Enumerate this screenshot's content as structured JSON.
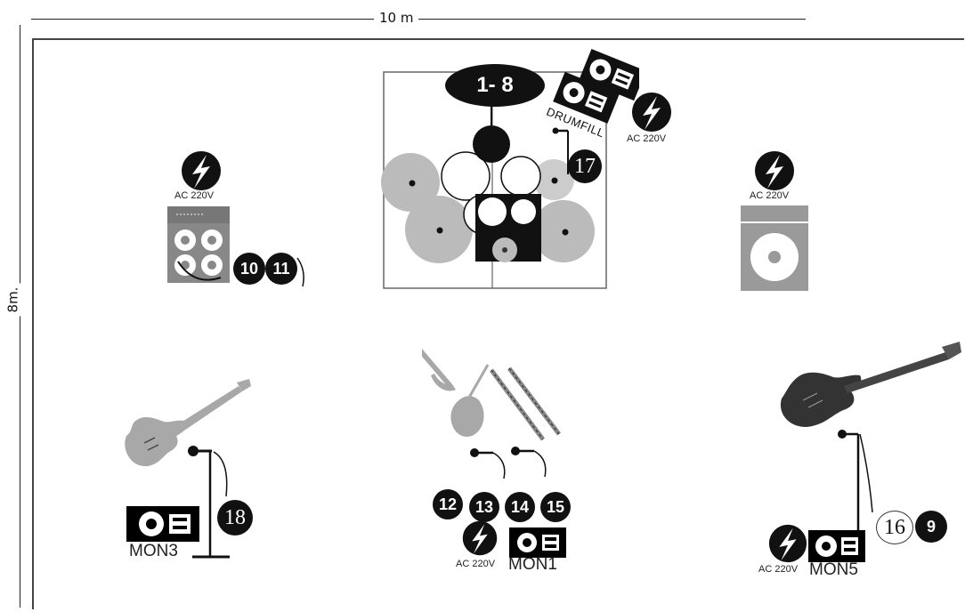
{
  "dimensions": {
    "width_label": "10 m",
    "height_label": "8m."
  },
  "drums": {
    "channels_label": "1- 8",
    "drumfill_label": "DRUMFILL",
    "ac_label": "AC 220V",
    "mic_number": "17"
  },
  "guitar_amp": {
    "ac_label": "AC 220V",
    "mic_numbers": [
      "10",
      "11"
    ]
  },
  "bass_amp": {
    "ac_label": "AC 220V"
  },
  "guitar_position": {
    "mic_number": "18",
    "monitor_label": "MON3"
  },
  "wind_position": {
    "mic_numbers": [
      "12",
      "13",
      "14",
      "15"
    ],
    "ac_label": "AC 220V",
    "monitor_label": "MON1"
  },
  "bass_position": {
    "mic_numbers": [
      "16",
      "9"
    ],
    "ac_label": "AC 220V",
    "monitor_label": "MON5"
  },
  "icons": [
    "power-icon",
    "speaker-cabinet-icon",
    "monitor-wedge-icon",
    "microphone-stand-icon",
    "drum-kit-icon",
    "electric-guitar-icon",
    "bass-guitar-icon",
    "bagpipe-icon",
    "flute-icon"
  ],
  "colors": {
    "ink": "#111111",
    "grey": "#b8b8b8",
    "amp_grey": "#8a8a8a"
  }
}
